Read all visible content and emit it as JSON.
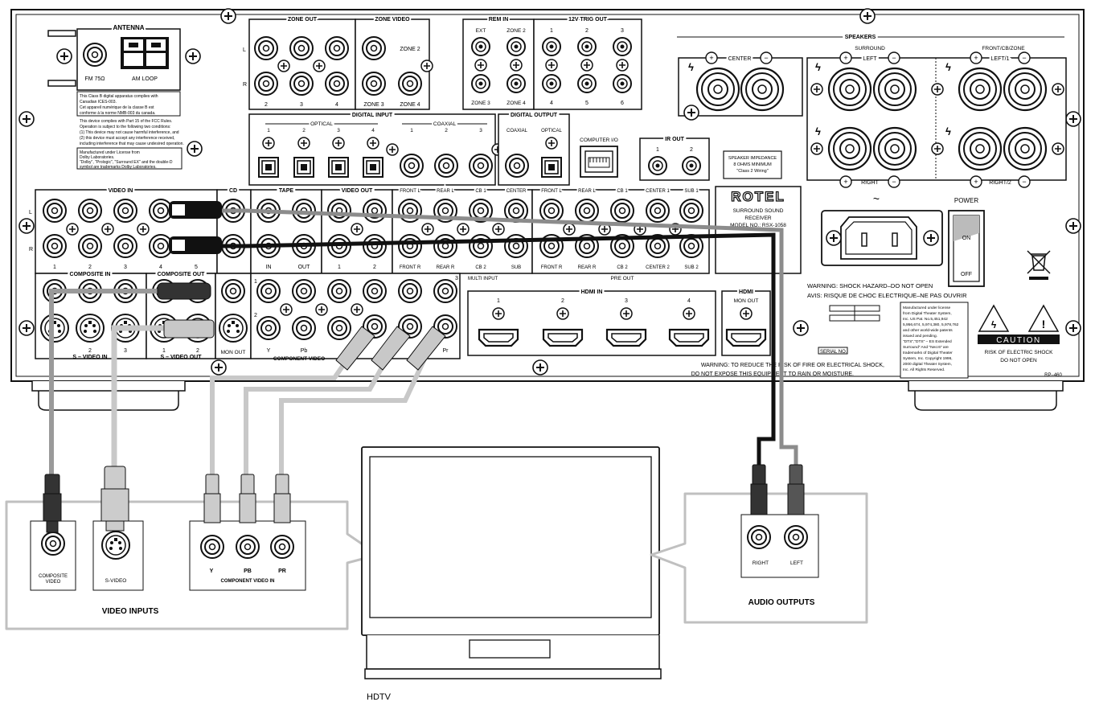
{
  "receiver": {
    "antenna": {
      "title": "ANTENNA",
      "fm_label": "FM 75Ω",
      "am_label": "AM LOOP"
    },
    "zone_out": {
      "title": "ZONE OUT",
      "cols": [
        "2",
        "3",
        "4"
      ],
      "left": "L",
      "right": "R"
    },
    "zone_video": {
      "title": "ZONE VIDEO",
      "zone2": "ZONE 2",
      "zone3": "ZONE 3",
      "zone4": "ZONE 4"
    },
    "rem_in": {
      "title": "REM IN",
      "ext": "EXT",
      "zone2": "ZONE 2",
      "zone3": "ZONE 3",
      "zone4": "ZONE 4"
    },
    "trig_out": {
      "title": "12V TRIG OUT",
      "nums": [
        "1",
        "2",
        "3",
        "4",
        "5",
        "6"
      ]
    },
    "speakers": {
      "title": "SPEAKERS",
      "center": "CENTER",
      "surround": "SURROUND",
      "left": "LEFT",
      "front": "FRONT/CB/ZONE",
      "left1": "LEFT/1",
      "right": "RIGHT",
      "right2": "RIGHT/2"
    },
    "canadian_notice": [
      "This Class B digital apparatus complies with",
      "Canadian ICES-003.",
      "Cet appareil numérique de la classe B est",
      "conforme à la norme NMB-003 du canada."
    ],
    "fcc_notice": [
      "This device complies with Part 15 of the FCC Rules.",
      "Operation is subject to the following two conditions:",
      "(1) This device may not cause harmful interference, and",
      "(2) this device must accept any interference received,",
      "including interference that may cause undesired operation."
    ],
    "dolby_notice": [
      "Manufactured under License from",
      "Dolby Laboratories.",
      "\"Dolby\", \"Prologic\", \"Surround EX\" and the double-D",
      "symbol are trademarks Dolby Laboratories."
    ],
    "digital_input": {
      "title": "DIGITAL INPUT",
      "optical": "OPTICAL",
      "coaxial": "COAXIAL",
      "nums": [
        "1",
        "2",
        "3",
        "4"
      ],
      "coax_nums": [
        "1",
        "2",
        "3"
      ]
    },
    "digital_output": {
      "title": "DIGITAL OUTPUT",
      "coaxial": "COAXIAL",
      "optical": "OPTICAL"
    },
    "computer_io": "COMPUTER I/O",
    "ir_out": {
      "title": "IR OUT",
      "nums": [
        "1",
        "2"
      ]
    },
    "impedance": [
      "SPEAKER IMPEDANCE",
      "8 OHMS MINIMUM",
      "\"Class 2 Wiring\""
    ],
    "video_in": {
      "title": "VIDEO IN",
      "nums": [
        "1",
        "2",
        "3",
        "4",
        "5"
      ],
      "left": "L",
      "right": "R"
    },
    "cd": "CD",
    "tape": {
      "title": "TAPE",
      "in": "IN",
      "out": "OUT"
    },
    "video_out": {
      "title": "VIDEO OUT",
      "nums": [
        "1",
        "2"
      ]
    },
    "multi_input": {
      "title": "MULTI INPUT",
      "top": [
        "FRONT L",
        "REAR L",
        "CB 1",
        "CENTER"
      ],
      "bottom": [
        "FRONT R",
        "REAR R",
        "CB 2",
        "SUB"
      ]
    },
    "pre_out": {
      "title": "PRE OUT",
      "top": [
        "FRONT L",
        "REAR L",
        "CB 1",
        "CENTER 1",
        "SUB 1"
      ],
      "bottom": [
        "FRONT R",
        "REAR R",
        "CB 2",
        "CENTER 2",
        "SUB 2"
      ]
    },
    "brand": "ROTEL",
    "model": [
      "SURROUND SOUND",
      "RECEIVER",
      "MODEL NO.: RSX-1058"
    ],
    "composite_in": "COMPOSITE IN",
    "composite_out": "COMPOSITE OUT",
    "svideo_in": "S – VIDEO IN",
    "svideo_out": "S – VIDEO OUT",
    "mon_out": "MON OUT",
    "component_video": {
      "title": "COMPONENT VIDEO",
      "y": "Y",
      "pb": "Pb",
      "pr": "Pr",
      "rows": [
        "1",
        "2",
        "3"
      ]
    },
    "hdmi_in": {
      "title": "HDMI IN",
      "nums": [
        "1",
        "2",
        "3",
        "4"
      ]
    },
    "hdmi": {
      "title": "HDMI",
      "mon_out": "MON OUT"
    },
    "power": {
      "title": "POWER",
      "on": "ON",
      "off": "OFF",
      "ac": "~"
    },
    "warning_shock": "WARNING: SHOCK HAZARD–DO NOT OPEN",
    "avis": "AVIS: RISQUE DE CHOC ELECTRIQUE–NE PAS OUVRIR",
    "serial": "SERIAL NO.",
    "warning_fire": [
      "WARNING: TO REDUCE THE RISK OF FIRE OR ELECTRICAL SHOCK,",
      "DO NOT EXPOSE THIS EQUIPMENT TO RAIN OR MOISTURE."
    ],
    "dts_notice": [
      "Manufactured under license",
      "from Digital Theater System,",
      "Inc. US Pat. No.5,451,942",
      "5,956,674, 5,974,380, 5,978,762",
      "and other world-wide patents",
      "issued and pending.",
      "\"DTS\",\"DTS\" – ES Extended",
      "Surround\" And \"Neo:6\" are",
      "trademarks of Digital Theater",
      "System, Inc. Copyright 1996,",
      "2000 digital Theater System,",
      "Inc. All Rights Reserved."
    ],
    "caution": {
      "title": "CAUTION",
      "line1": "RISK OF ELECTRIC SHOCK",
      "line2": "DO NOT OPEN"
    },
    "model_code": "RP–460"
  },
  "tv": {
    "label": "HDTV",
    "video_inputs": "VIDEO INPUTS",
    "audio_outputs": "AUDIO OUTPUTS",
    "composite": [
      "COMPOSITE",
      "VIDEO"
    ],
    "svideo": "S-VIDEO",
    "y": "Y",
    "pb": "PB",
    "pr": "PR",
    "component_in": "COMPONENT VIDEO IN",
    "right": "RIGHT",
    "left": "LEFT"
  },
  "colors": {
    "line": "#111111",
    "cable_gray": "#9a9a9a",
    "cable_light": "#c8c8c8",
    "cable_dark": "#1a1a1a",
    "panel_outline": "#c0c0c0"
  }
}
